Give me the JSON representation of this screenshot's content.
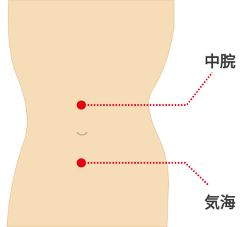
{
  "diagram": {
    "colors": {
      "skin": "#F6DDB8",
      "skin_outline": "#E8C79E",
      "navel": "#C9A27A",
      "marker": "#E60012",
      "label": "#3A3A3A"
    },
    "points": [
      {
        "label": "中脘",
        "marker_icon": "red-dot"
      },
      {
        "label": "気海",
        "marker_icon": "red-dot"
      }
    ],
    "body_icon": "torso-silhouette"
  }
}
